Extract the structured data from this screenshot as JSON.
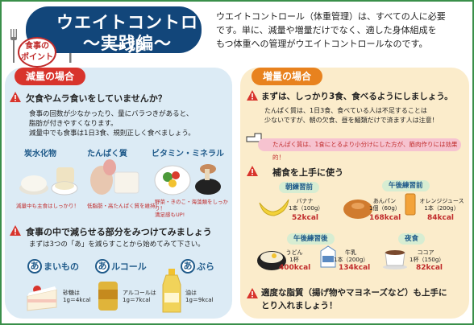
{
  "header": {
    "title_line1": "ウエイトコントロール",
    "title_line2": "〜実践編〜",
    "badge_line1": "食事の",
    "badge_line2": "ポイント",
    "intro_line1": "ウエイトコントロール（体重管理）は、すべての人に必要",
    "intro_line2": "です。単に、減量や増量だけでなく、適した身体組成を",
    "intro_line3": "もつ体重への管理がウエイトコントロールなのです。"
  },
  "left": {
    "tag": "減量の場合",
    "q1": "欠食やムラ食いをしていませんか？",
    "q1_text1": "食事の回数が少なかったり、量にバラつきがあると、",
    "q1_text2": "脂肪が付きやすくなります。",
    "q1_text3": "減量中でも食事は1日3食、規則正しく食べましょう。",
    "cat1": "炭水化物",
    "cat2": "たんぱく質",
    "cat3": "ビタミン・ミネラル",
    "note1": "減量中も主食はしっかり！",
    "note2": "低脂肪・高たんぱく質を維持！",
    "note3_1": "野菜・きのこ・海藻類をしっかり！",
    "note3_2": "満足感もUP!",
    "q2": "食事の中で減らせる部分をみつけてみましょう",
    "q2_text": "まずは3つの「あ」を減らすことから始めてみて下さい。",
    "a1_rest": "まいもの",
    "a2_rest": "ルコール",
    "a3_rest": "ぶら",
    "a_char": "あ",
    "sugar_1": "砂糖は",
    "sugar_2": "1g＝4kcal",
    "alc_1": "アルコールは",
    "alc_2": "1g＝7kcal",
    "oil_1": "油は",
    "oil_2": "1g＝9kcal"
  },
  "right": {
    "tag": "増量の場合",
    "q1": "まずは、しっかり3食、食べるようにしましょう。",
    "q1_text1": "たんぱく質は、1日3食、食べている人は不足することは",
    "q1_text2": "少ないですが、朝の欠食、昼を麺類だけで済ます人は注意！",
    "pink_note": "たんぱく質は、1食にとるより小分けにした方が、筋肉作りには効果的！",
    "q2": "補食を上手に使う",
    "before_morning": "朝練習前",
    "before_afternoon": "午後練習前",
    "after_afternoon": "午後練習後",
    "night": "夜食",
    "banana_1": "バナナ",
    "banana_2": "1本（100g）",
    "banana_kcal": "52kcal",
    "anpan_1": "あんパン",
    "anpan_2": "1個（60g）",
    "anpan_kcal": "168kcal",
    "oj_1": "オレンジジュース",
    "oj_2": "1本（200g）",
    "oj_kcal": "84kcal",
    "udon_1": "うどん",
    "udon_2": "1杯",
    "udon_kcal": "400kcal",
    "milk_1": "牛乳",
    "milk_2": "1本（200g）",
    "milk_kcal": "134kcal",
    "cocoa_1": "ココア",
    "cocoa_2": "1杯（150g）",
    "cocoa_kcal": "82kcal",
    "q3_1": "適度な脂質（揚げ物やマヨネーズなど）も上手に",
    "q3_2": "とり入れましょう！"
  },
  "colors": {
    "navy": "#12467a",
    "red": "#d8342c",
    "orange": "#e8821e",
    "blue_panel": "#dcebf5",
    "cream_panel": "#fbeccb"
  }
}
